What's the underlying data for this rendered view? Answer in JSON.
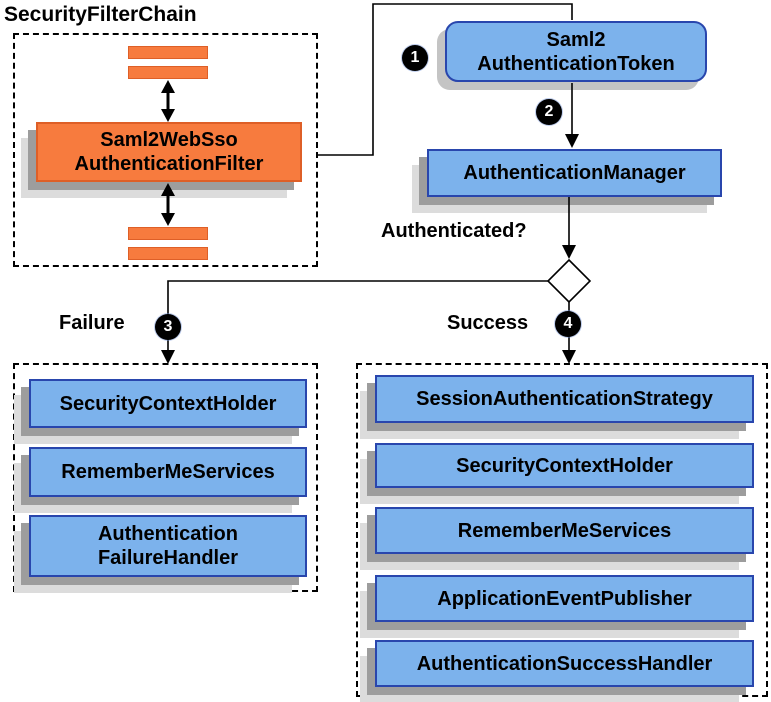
{
  "diagram_title": "SecurityFilterChain",
  "filter_chain": {
    "filter_box": "Saml2WebSso\nAuthenticationFilter"
  },
  "flow": {
    "token_box": "Saml2\nAuthenticationToken",
    "manager_box": "AuthenticationManager",
    "decision_label": "Authenticated?",
    "step_badges": [
      "1",
      "2",
      "3",
      "4"
    ]
  },
  "branches": {
    "failure": {
      "label": "Failure",
      "items": [
        "SecurityContextHolder",
        "RememberMeServices",
        "Authentication\nFailureHandler"
      ]
    },
    "success": {
      "label": "Success",
      "items": [
        "SessionAuthenticationStrategy",
        "SecurityContextHolder",
        "RememberMeServices",
        "ApplicationEventPublisher",
        "AuthenticationSuccessHandler"
      ]
    }
  },
  "colors": {
    "orange_fill": "#f77b3e",
    "orange_border": "#de5f27",
    "blue_fill": "#7cb2ec",
    "blue_border": "#2946ad",
    "shadow_dark": "#9d9d9d",
    "shadow_light": "#dcdcdc",
    "rounded_shadow": "#c4c4c4",
    "line": "#000000",
    "background": "#ffffff"
  }
}
